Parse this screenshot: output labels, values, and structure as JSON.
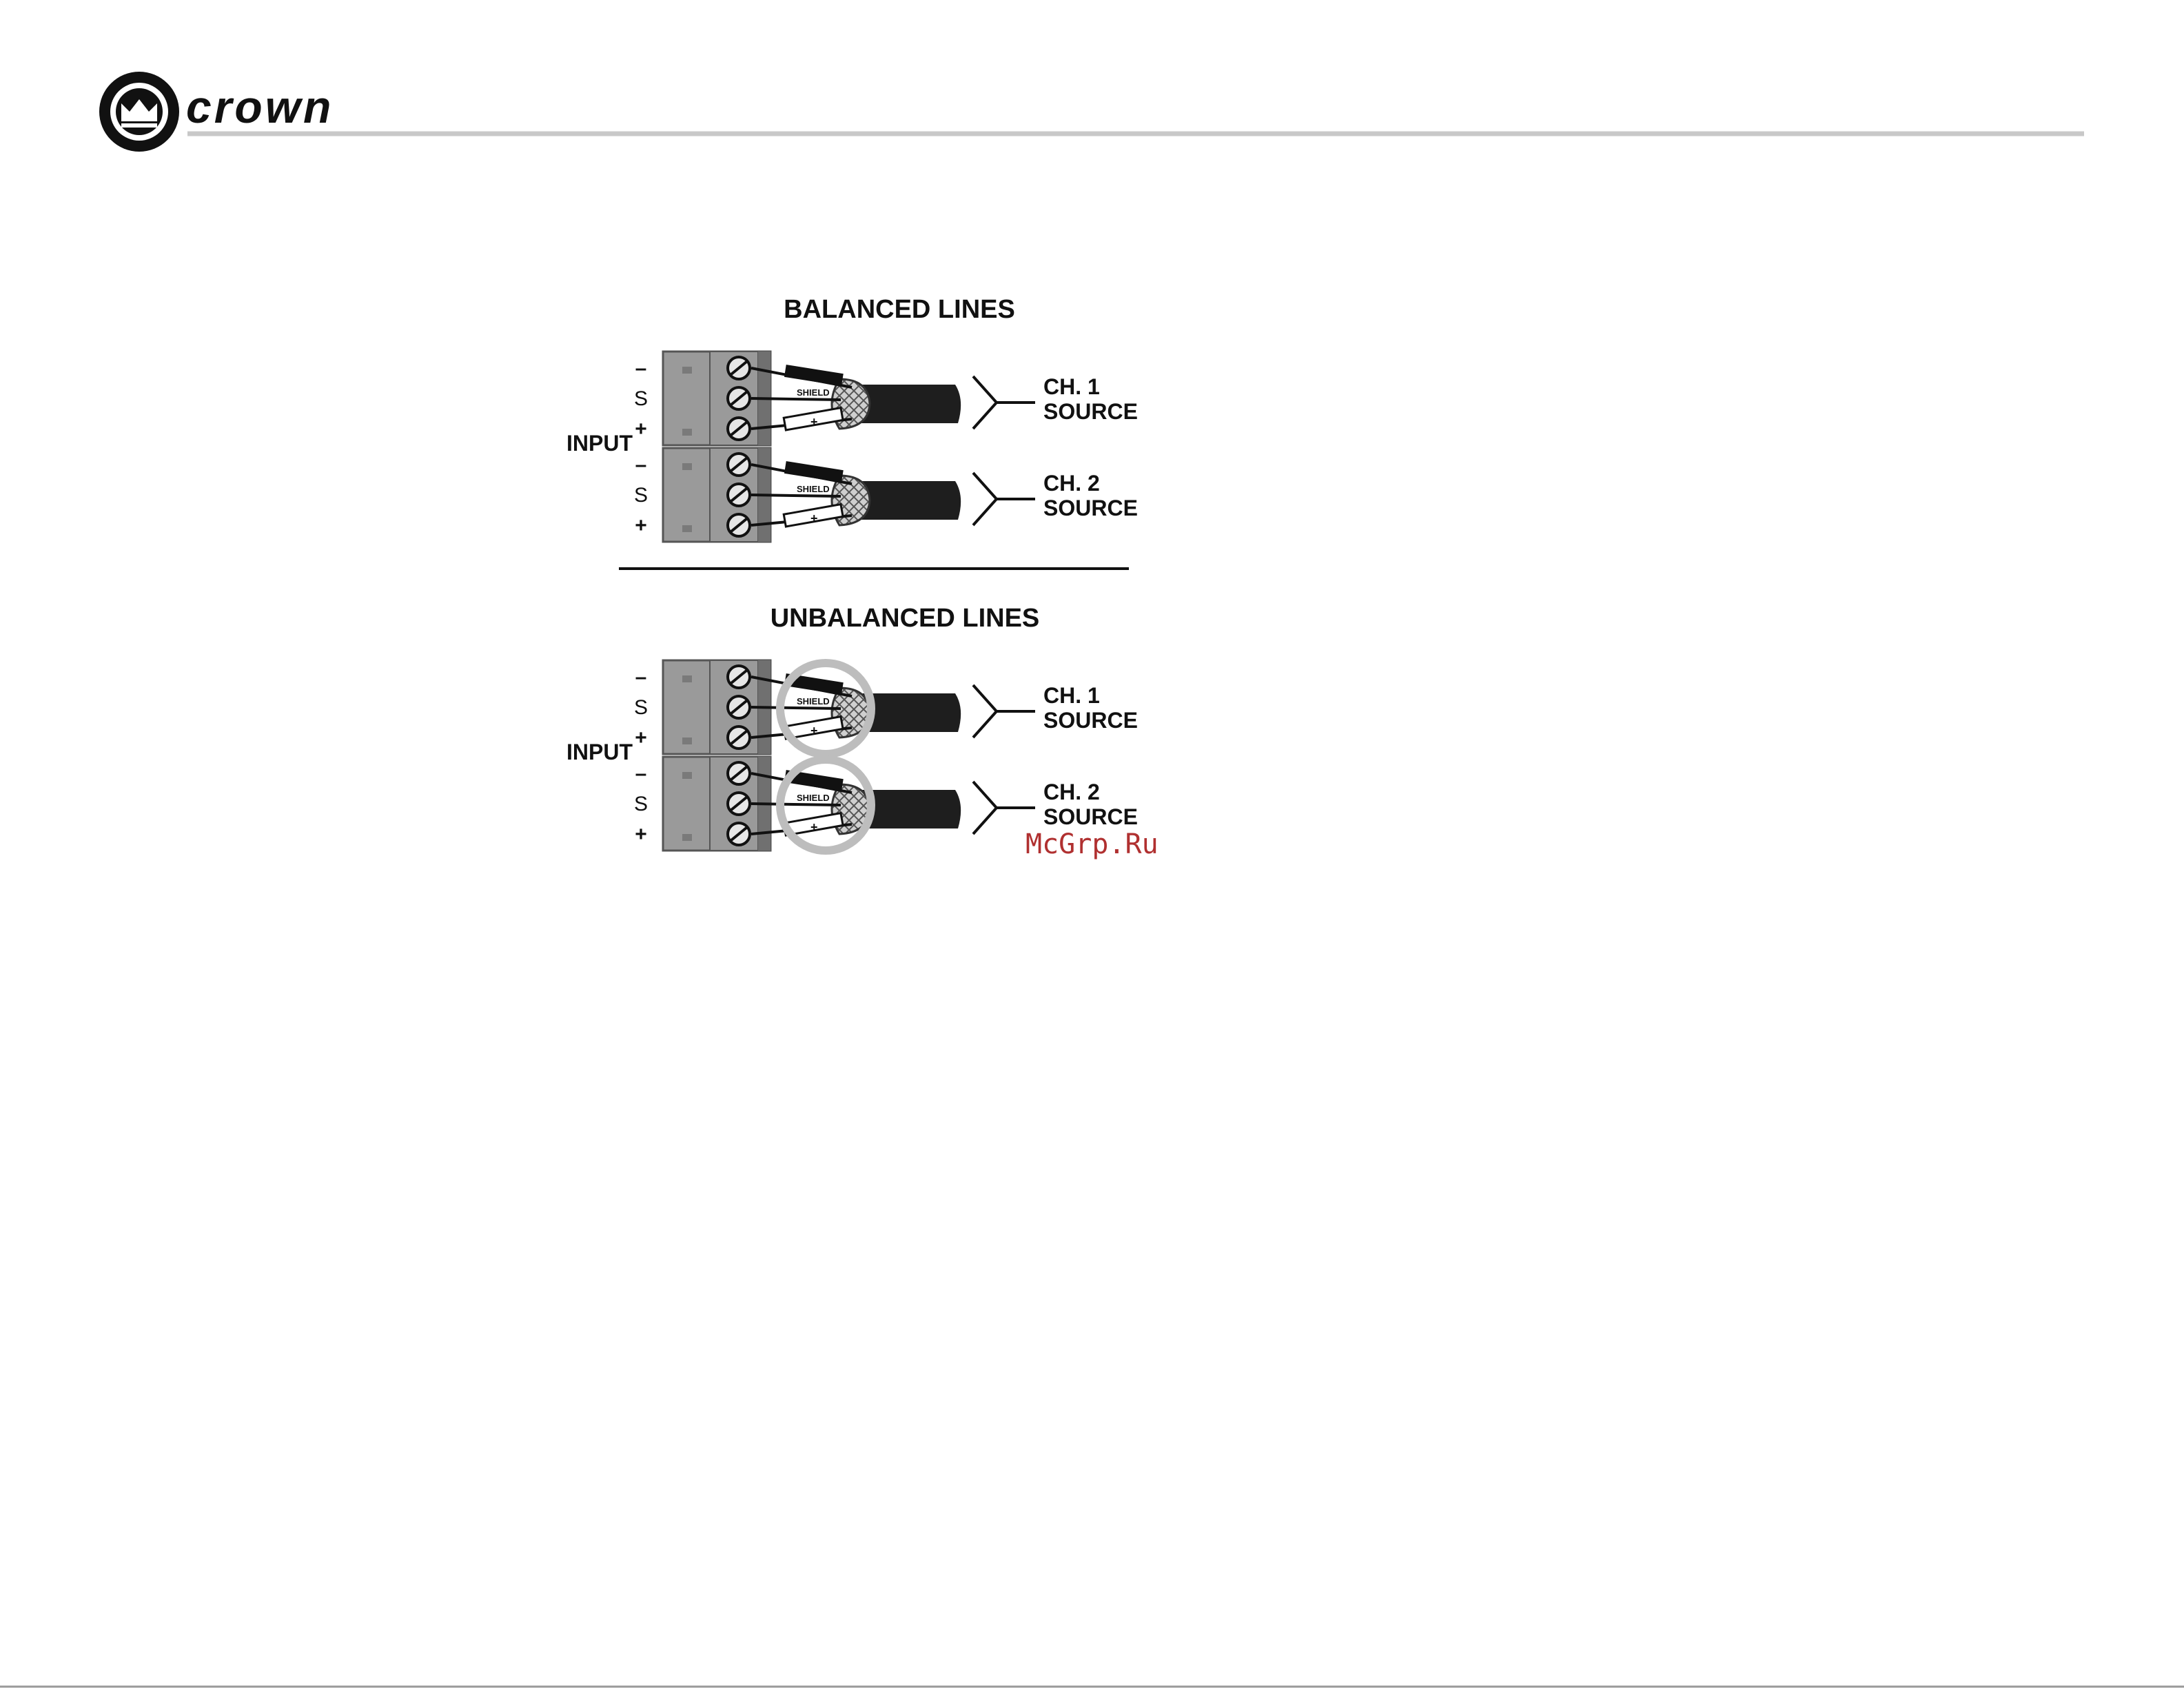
{
  "header": {
    "brand": "crown",
    "rule_color": "#c8c8c8"
  },
  "diagram": {
    "sections": [
      {
        "title": "BALANCED LINES",
        "input_label": "INPUT",
        "blocks": [
          {
            "pins": [
              "–",
              "S",
              "+"
            ],
            "wire_labels": [
              "SHIELD",
              "+"
            ],
            "source": [
              "CH. 1",
              "SOURCE"
            ]
          },
          {
            "pins": [
              "–",
              "S",
              "+"
            ],
            "wire_labels": [
              "SHIELD",
              "+"
            ],
            "source": [
              "CH. 2",
              "SOURCE"
            ]
          }
        ]
      },
      {
        "title": "UNBALANCED LINES",
        "input_label": "INPUT",
        "blocks": [
          {
            "pins": [
              "–",
              "S",
              "+"
            ],
            "wire_labels": [
              "SHIELD",
              "+"
            ],
            "source": [
              "CH. 1",
              "SOURCE"
            ]
          },
          {
            "pins": [
              "–",
              "S",
              "+"
            ],
            "wire_labels": [
              "SHIELD",
              "+"
            ],
            "source": [
              "CH. 2",
              "SOURCE"
            ]
          }
        ]
      }
    ]
  },
  "watermark": "McGrp.Ru",
  "colors": {
    "terminal_body": "#9a9a9a",
    "terminal_dark": "#707070",
    "cable": "#1e1e1e",
    "jumper": "#bdbdbd",
    "watermark": "#b03030"
  }
}
